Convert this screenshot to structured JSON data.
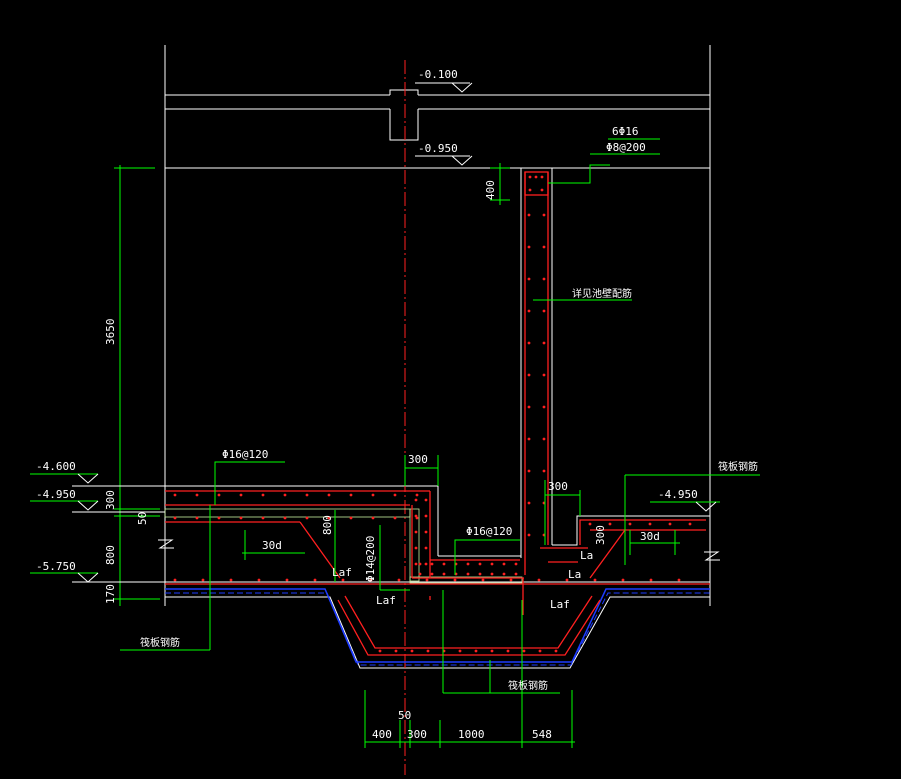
{
  "drawing": {
    "elevations": {
      "top": "-0.100",
      "slab_bottom": "-0.950",
      "left_top": "-4.600",
      "left_mid": "-4.950",
      "left_bottom": "-5.750",
      "right_mid": "-4.950"
    },
    "beam_rebar": {
      "top": "6Φ16",
      "stirrup": "Φ8@200"
    },
    "dims_vertical": {
      "d3650": "3650",
      "d300": "300",
      "d50": "50",
      "d800": "800",
      "d170": "170",
      "d400": "400",
      "d800b": "800",
      "d300r": "300"
    },
    "dims_horizontal": {
      "d300a": "300",
      "d300b": "300",
      "d400": "400",
      "d300c": "300",
      "d1000": "1000",
      "d548": "548",
      "d50": "50"
    },
    "notes": {
      "wall_rebar": "详见池壁配筋",
      "raft_rebar_left": "筏板钢筋",
      "raft_rebar_right": "筏板钢筋",
      "raft_rebar_bottom": "筏板钢筋",
      "top_bar": "Φ16@120",
      "mid_bar": "Φ16@120",
      "vert_bar": "Φ14@200",
      "d30a": "30d",
      "d30b": "30d",
      "laf1": "Laf",
      "laf2": "Laf",
      "laf3": "Laf",
      "la1": "La",
      "la2": "La"
    }
  }
}
